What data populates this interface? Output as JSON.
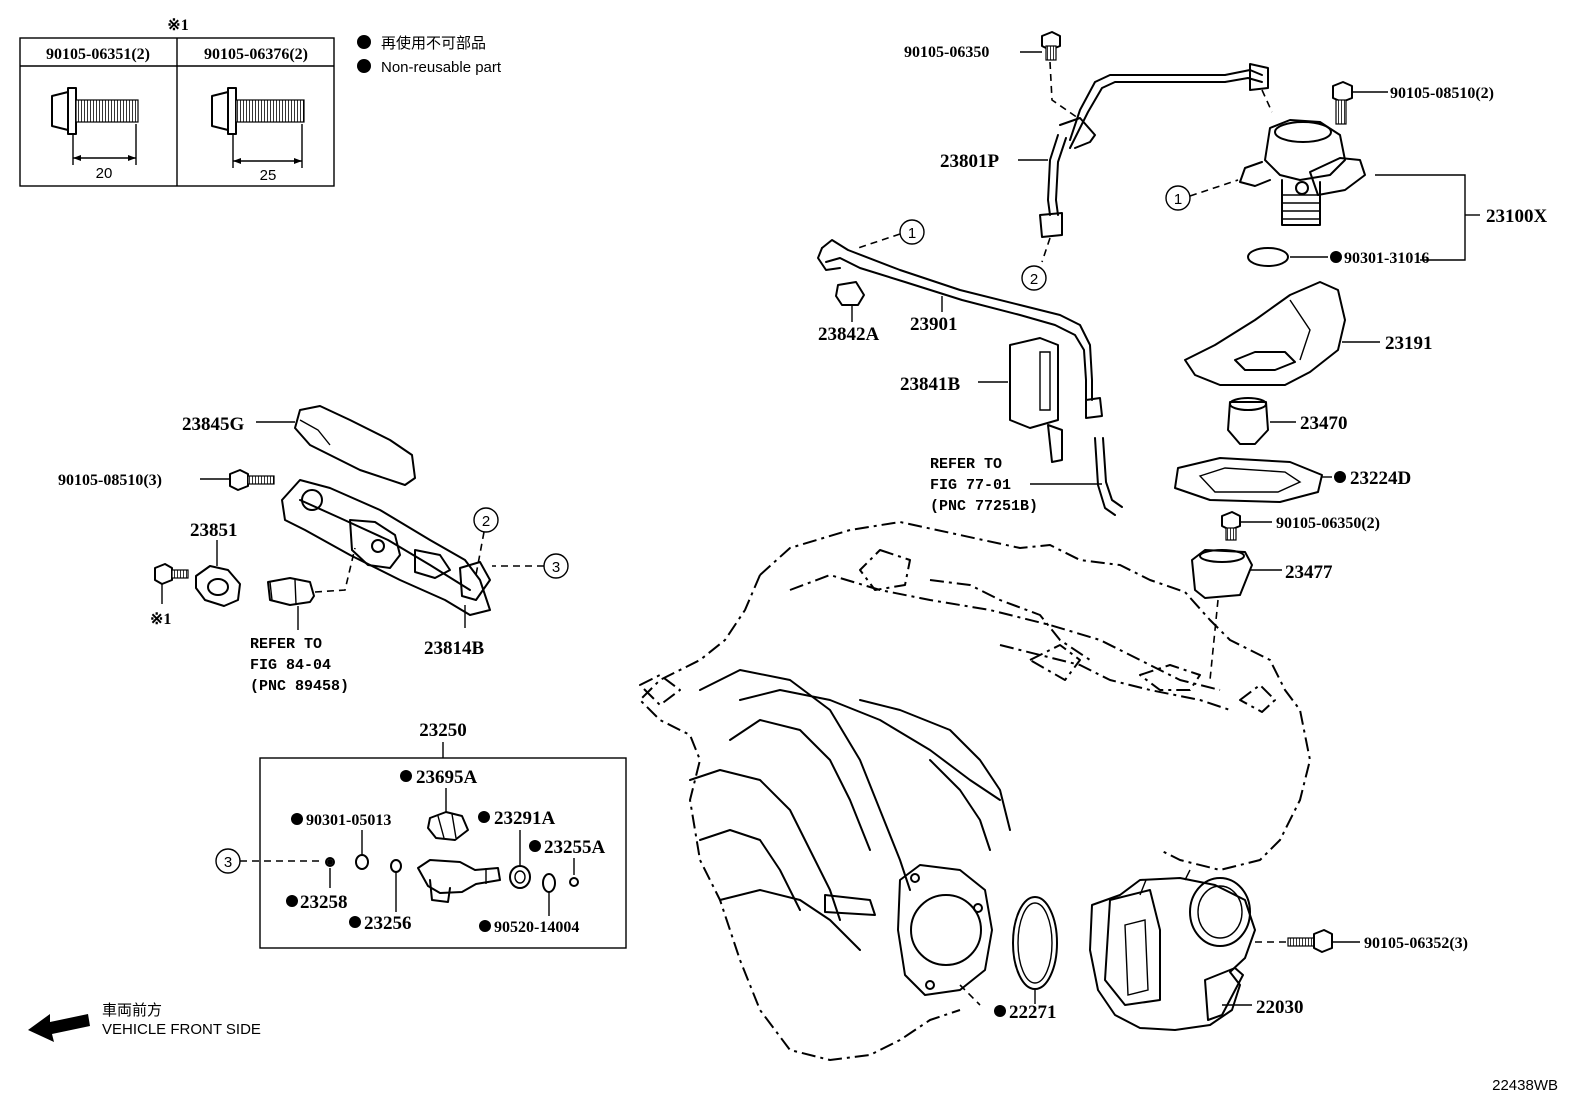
{
  "bolt_table": {
    "mark": "※1",
    "cells": [
      {
        "part_no": "90105-06351(2)",
        "length": "20"
      },
      {
        "part_no": "90105-06376(2)",
        "length": "25"
      }
    ]
  },
  "legend": {
    "jp": "再使用不可部品",
    "en": "Non-reusable part"
  },
  "labels": {
    "l_90105_06350": "90105-06350",
    "l_90105_08510_2": "90105-08510(2)",
    "l_23801P": "23801P",
    "l_23100X": "23100X",
    "l_90301_31016": "90301-31016",
    "l_23842A": "23842A",
    "l_23901": "23901",
    "l_23191": "23191",
    "l_23841B": "23841B",
    "l_23470": "23470",
    "l_23224D": "23224D",
    "l_90105_06350_2": "90105-06350(2)",
    "l_23477": "23477",
    "l_23845G": "23845G",
    "l_90105_08510_3": "90105-08510(3)",
    "l_23851": "23851",
    "l_23814B": "23814B",
    "l_23250": "23250",
    "l_23695A": "23695A",
    "l_90301_05013": "90301-05013",
    "l_23291A": "23291A",
    "l_23255A": "23255A",
    "l_23258": "23258",
    "l_23256": "23256",
    "l_90520_14004": "90520-14004",
    "l_90105_06352_3": "90105-06352(3)",
    "l_22271": "22271",
    "l_22030": "22030",
    "mark_small": "※1"
  },
  "refer_77": {
    "line1": "REFER TO",
    "line2": "FIG 77-01",
    "line3": "(PNC 77251B)"
  },
  "refer_84": {
    "line1": "REFER TO",
    "line2": "FIG 84-04",
    "line3": "(PNC 89458)"
  },
  "callouts": {
    "c1": "1",
    "c2": "2",
    "c3": "3"
  },
  "vehicle_front": {
    "jp": "車両前方",
    "en": "VEHICLE FRONT SIDE"
  },
  "figure_id": "22438WB"
}
